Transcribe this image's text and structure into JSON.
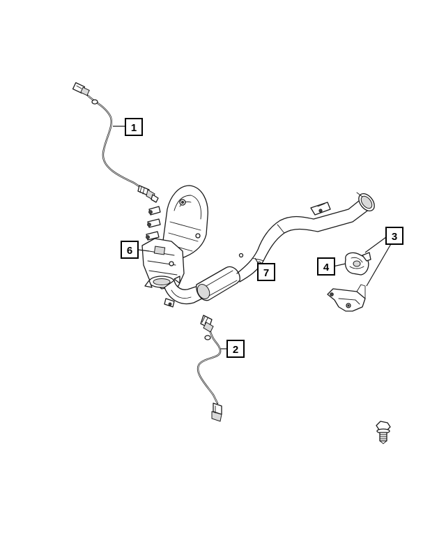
{
  "diagram": {
    "callouts": [
      {
        "id": "1",
        "label": "1"
      },
      {
        "id": "2",
        "label": "2"
      },
      {
        "id": "3",
        "label": "3"
      },
      {
        "id": "4",
        "label": "4"
      },
      {
        "id": "6",
        "label": "6"
      },
      {
        "id": "7",
        "label": "7"
      }
    ],
    "colors": {
      "line": "#1a1a1a",
      "shade": "#d9d9d9",
      "background": "#ffffff"
    }
  }
}
